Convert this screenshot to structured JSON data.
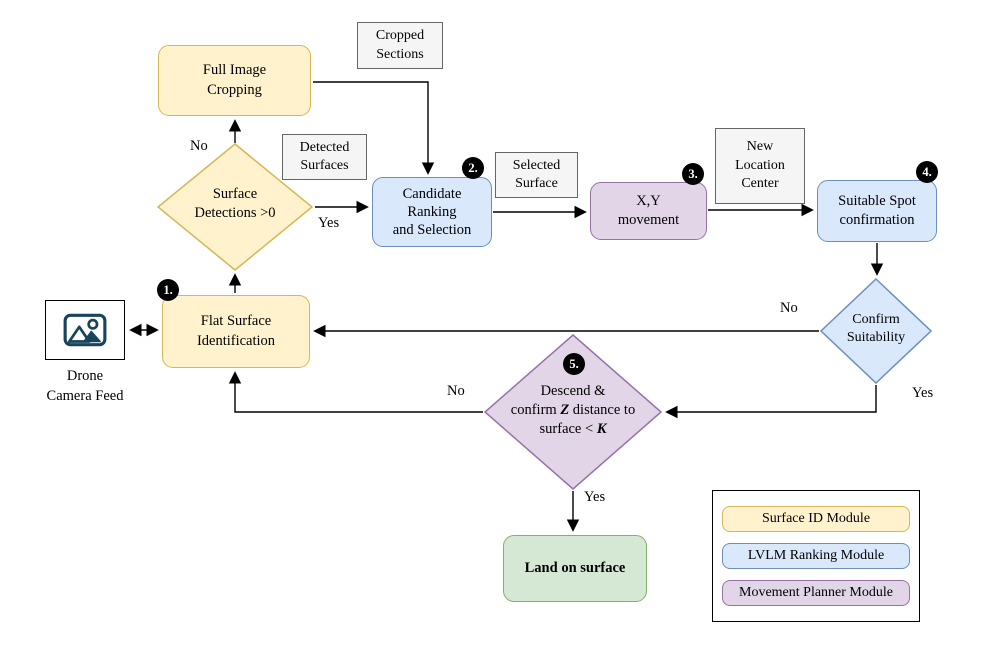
{
  "diagram": {
    "nodes": {
      "full_image_cropping": {
        "lines": [
          "Full Image",
          "Cropping"
        ]
      },
      "surface_detections": {
        "lines": [
          "Surface",
          "Detections >0"
        ]
      },
      "candidate_ranking": {
        "lines": [
          "Candidate",
          "Ranking",
          "and Selection"
        ]
      },
      "xy_movement": {
        "lines": [
          "X,Y",
          "movement"
        ]
      },
      "suitable_spot": {
        "lines": [
          "Suitable Spot",
          "confirmation"
        ]
      },
      "confirm_suitability": {
        "lines": [
          "Confirm",
          "Suitability"
        ]
      },
      "flat_surface": {
        "lines": [
          "Flat Surface",
          "Identification"
        ]
      },
      "descend": {
        "line1": "Descend &",
        "line2_pre": "confirm ",
        "z_var": "Z",
        "line2_post": " distance to",
        "line3_pre": "surface < ",
        "k_var": "K"
      },
      "land_on_surface": {
        "label": "Land on surface"
      },
      "drone_camera_feed": {
        "lines": [
          "Drone",
          "Camera Feed"
        ]
      }
    },
    "data_labels": {
      "cropped_sections": {
        "lines": [
          "Cropped",
          "Sections"
        ]
      },
      "detected_surfaces": {
        "lines": [
          "Detected",
          "Surfaces"
        ]
      },
      "selected_surface": {
        "lines": [
          "Selected",
          "Surface"
        ]
      },
      "new_location_center": {
        "lines": [
          "New",
          "Location",
          "Center"
        ]
      }
    },
    "edge_labels": {
      "detections_no": "No",
      "detections_yes": "Yes",
      "confirm_no": "No",
      "confirm_yes": "Yes",
      "descend_no": "No",
      "descend_yes": "Yes"
    },
    "badges": [
      "1.",
      "2.",
      "3.",
      "4.",
      "5."
    ],
    "legend": {
      "items": [
        {
          "label": "Surface ID Module",
          "fill": "#FFF2CC",
          "border": "#D6B656"
        },
        {
          "label": "LVLM Ranking Module",
          "fill": "#DAE8FC",
          "border": "#6C8EBF"
        },
        {
          "label": "Movement Planner Module",
          "fill": "#E1D5E7",
          "border": "#9673A6"
        }
      ]
    },
    "colors": {
      "surface_id_module": {
        "fill": "#FFF2CC",
        "border": "#D6B656"
      },
      "lvlm_ranking_module": {
        "fill": "#DAE8FC",
        "border": "#6C8EBF"
      },
      "movement_planner_module": {
        "fill": "#E1D5E7",
        "border": "#9673A6"
      },
      "terminal": {
        "fill": "#D5E8D4",
        "border": "#82B366"
      },
      "data_label": {
        "fill": "#F5F5F5",
        "border": "#666666"
      },
      "badge": {
        "fill": "#000000",
        "text": "#FFFFFF"
      },
      "camera_icon": "#17455C",
      "edge": "#000000"
    }
  }
}
